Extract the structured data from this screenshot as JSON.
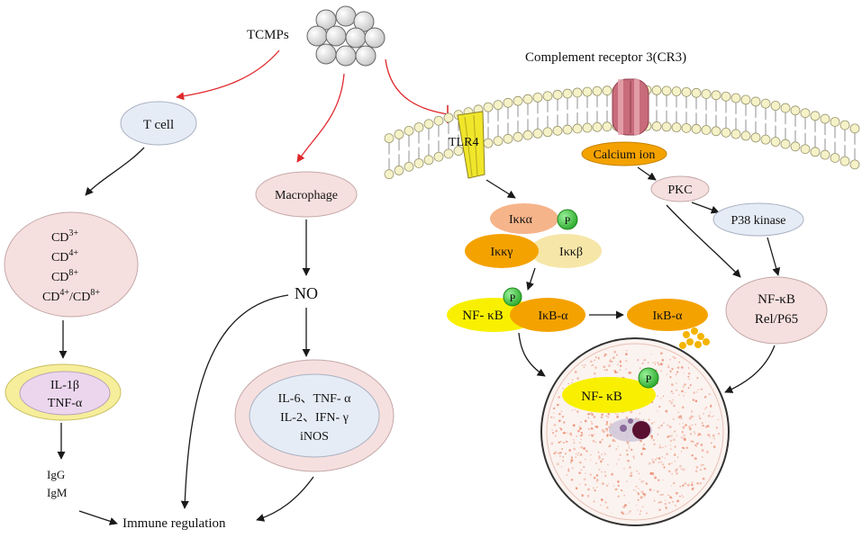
{
  "labels": {
    "tcmps": "TCMPs",
    "cr3": "Complement receptor 3(CR3)",
    "t_cell": "T cell",
    "macrophage": "Macrophage",
    "cd3": "CD3+",
    "cd4": "CD4+",
    "cd8": "CD8+",
    "cd4_cd8": "CD4+/CD8+",
    "il1b": "IL-1β",
    "tnfa": "TNF-α",
    "igg": "IgG",
    "igm": "IgM",
    "no": "NO",
    "cytokines_line1": "IL-6、TNF- α",
    "cytokines_line2": "IL-2、IFN- γ",
    "cytokines_line3": "iNOS",
    "immune_regulation": "Immune regulation",
    "tlr4": "TLR4",
    "calcium_ion": "Calcium ion",
    "pkc": "PKC",
    "p38": "P38 kinase",
    "ikka": "Iκκα",
    "ikkg": "Iκκγ",
    "ikkb": "Iκκβ",
    "p": "P",
    "nfkb_complex": "NF- κB",
    "ikba": "IκB-α",
    "ikba_free": "IκB-α",
    "nfkb_right": "NF-κB",
    "relp65": "Rel/P65",
    "nfkb_nucleus": "NF- κB"
  },
  "colors": {
    "red_arrow": "#e0282c",
    "black_arrow": "#1a1a1a",
    "tcell_fill": "#e6ecf6",
    "pink_fill": "#f6e0df",
    "il_outer": "#f6ee9a",
    "il_inner": "#ecd6ee",
    "yellow": "#f8f000",
    "orange": "#f4a200",
    "green": "#3ec83e",
    "membrane_head": "#f6f2c8",
    "nucleus_dots": "#e8876a"
  }
}
